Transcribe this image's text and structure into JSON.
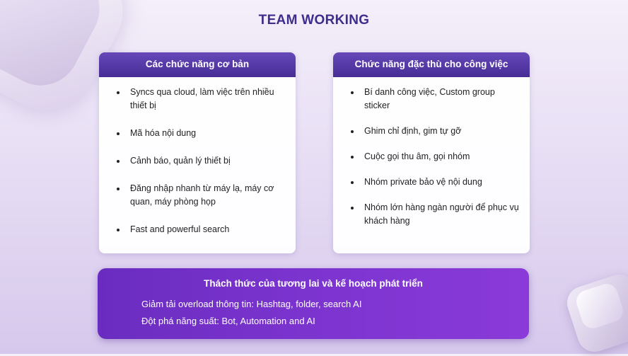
{
  "title": "TEAM WORKING",
  "left_card": {
    "header": "Các chức năng cơ bản",
    "items": [
      "Syncs qua cloud, làm việc trên nhiều thiết bị",
      "Mã hóa nội dung",
      "Cảnh báo, quản lý thiết bị",
      "Đăng nhập nhanh từ máy lạ, máy cơ quan, máy phòng họp",
      "Fast and powerful search"
    ]
  },
  "right_card": {
    "header": "Chức năng đặc thù cho công việc",
    "items": [
      "Bí danh công việc, Custom group sticker",
      "Ghim chỉ định, gim tự gỡ",
      "Cuộc gọi thu âm, gọi nhóm",
      "Nhóm private bảo vệ nội dung",
      "Nhóm lớn hàng ngàn người để phục vụ khách hàng"
    ]
  },
  "bottom": {
    "title": "Thách thức của tương lai và kế hoạch phát triển",
    "lines": [
      "Giảm tải overload thông tin: Hashtag, folder, search AI",
      "Đột phá năng suất: Bot, Automation and AI"
    ]
  },
  "colors": {
    "title": "#3e2e8c",
    "card_header": "#4f33a0",
    "bottom_box": "#7a33cc"
  }
}
